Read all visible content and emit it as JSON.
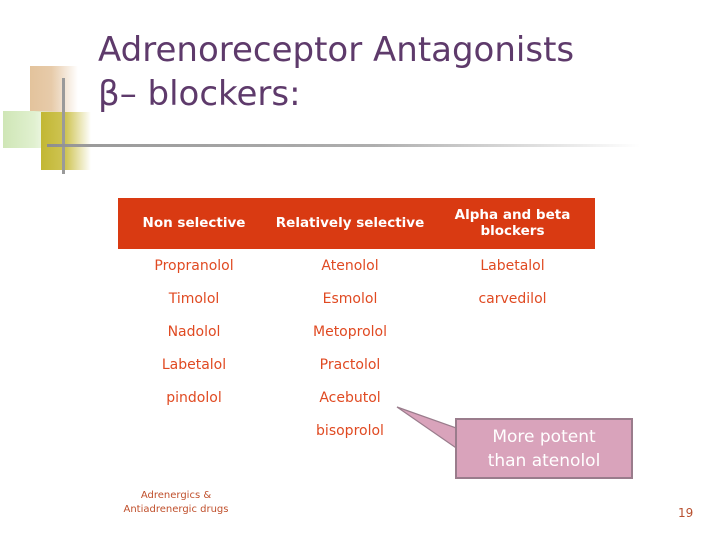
{
  "slide": {
    "title_line1": "Adrenoreceptor Antagonists",
    "title_line2": "β– blockers:",
    "title_color": "#5e3a6b",
    "background_color": "#ffffff"
  },
  "decoration": {
    "tan_square_color": "#e3c39c",
    "green_square_color": "#cfe6b6",
    "olive_square_color": "#c2b733",
    "rule_color": "#9a9a9a"
  },
  "table": {
    "header_background": "#d93a12",
    "header_text_color": "#ffffff",
    "body_text_color": "#e04a22",
    "headers": [
      "Non selective",
      "Relatively selective",
      "Alpha and beta blockers"
    ],
    "rows": [
      [
        "Propranolol",
        "Atenolol",
        "Labetalol"
      ],
      [
        "Timolol",
        "Esmolol",
        "carvedilol"
      ],
      [
        "Nadolol",
        "Metoprolol",
        ""
      ],
      [
        "Labetalol",
        "Practolol",
        ""
      ],
      [
        "pindolol",
        "Acebutol",
        ""
      ],
      [
        "",
        "bisoprolol",
        ""
      ]
    ]
  },
  "callout": {
    "line1": "More potent",
    "line2": "than atenolol",
    "fill_color": "#d9a3bb",
    "border_color": "#9a7c8c",
    "text_color": "#ffffff",
    "points_to": "bisoprolol"
  },
  "footer": {
    "note_line1": "Adrenergics &",
    "note_line2": "Antiadrenergic drugs",
    "page_number": "19",
    "text_color": "#c0502c"
  }
}
